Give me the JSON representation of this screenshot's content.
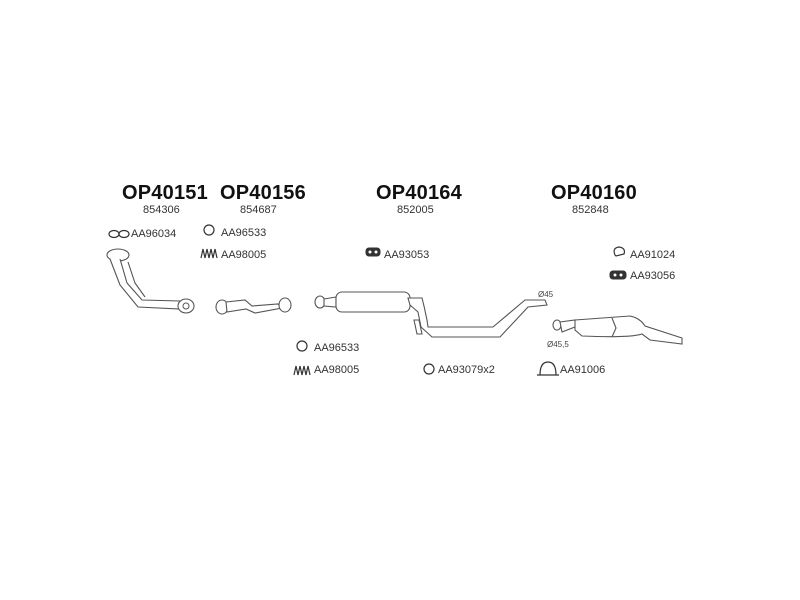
{
  "groups": [
    {
      "code": "OP40151",
      "number": "854306"
    },
    {
      "code": "OP40156",
      "number": "854687"
    },
    {
      "code": "OP40164",
      "number": "852005"
    },
    {
      "code": "OP40160",
      "number": "852848"
    }
  ],
  "parts": {
    "p1": "AA96034",
    "p2": "AA96533",
    "p3": "AA98005",
    "p4": "AA93053",
    "p5": "AA91024",
    "p6": "AA93056",
    "p7": "AA96533",
    "p8": "AA98005",
    "p9": "AA93079",
    "p9_qty": "x2",
    "p10": "AA91006"
  },
  "dims": {
    "d1": "Ø45",
    "d2": "Ø45,5"
  },
  "icons": {
    "gasket": "gasket-icon",
    "ring": "ring-icon",
    "spring": "spring-icon",
    "hanger": "rubber-hanger-icon",
    "clamp": "clamp-icon"
  },
  "colors": {
    "text": "#111111",
    "line": "#555555"
  }
}
